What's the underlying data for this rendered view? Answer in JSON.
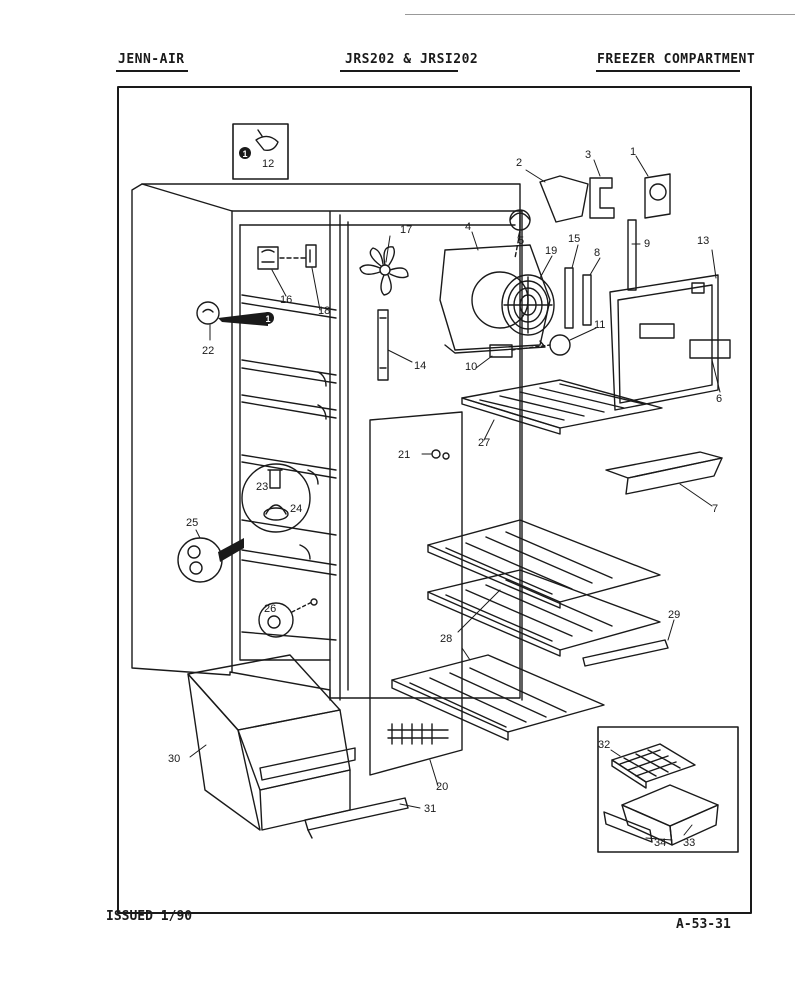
{
  "header": {
    "brand": "JENN-AIR",
    "models": "JRS202 & JRSI202",
    "section": "FREEZER COMPARTMENT"
  },
  "footer": {
    "issued": "ISSUED 1/90",
    "page_code": "A-53-31"
  },
  "callouts": {
    "c1": "1",
    "c2": "2",
    "c3": "3",
    "c4": "4",
    "c5": "5",
    "c6": "6",
    "c7": "7",
    "c8": "8",
    "c9": "9",
    "c10": "10",
    "c11": "11",
    "c12": "12",
    "c13": "13",
    "c14": "14",
    "c15": "15",
    "c16": "16",
    "c17": "17",
    "c18": "18",
    "c19": "19",
    "c20": "20",
    "c21": "21",
    "c22": "22",
    "c23": "23",
    "c24": "24",
    "c25": "25",
    "c26": "26",
    "c27": "27",
    "c28": "28",
    "c29": "29",
    "c30": "30",
    "c31": "31",
    "c32": "32",
    "c33": "33",
    "c34": "34"
  },
  "markers": {
    "m12": "1",
    "m22": "1"
  }
}
